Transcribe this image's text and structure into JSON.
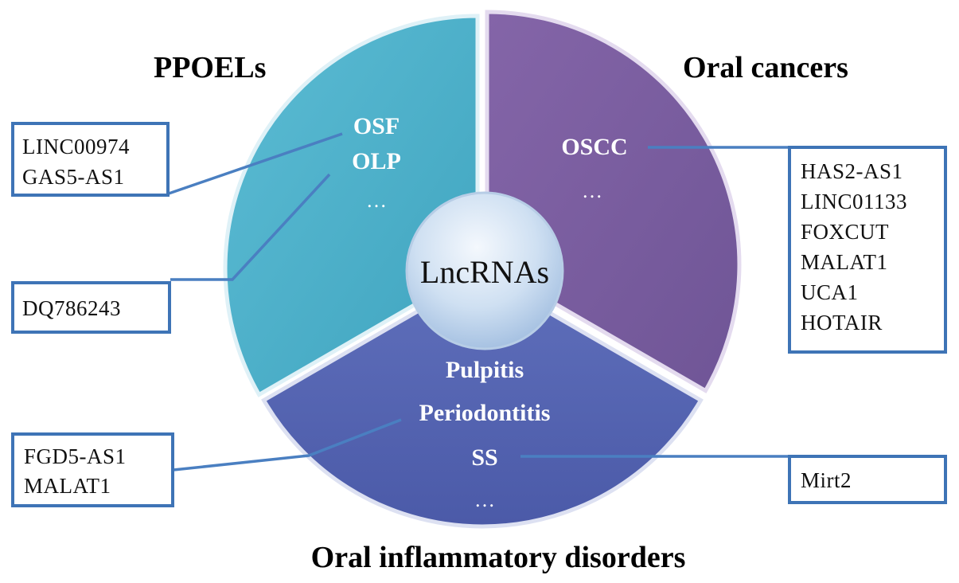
{
  "headings": {
    "top_left": "PPOELs",
    "top_right": "Oral cancers",
    "bottom": "Oral inflammatory disorders"
  },
  "center": "LncRNAs",
  "segments": {
    "ppoels": {
      "items": [
        "OSF",
        "OLP"
      ],
      "more": "…",
      "color": "#4aaec8"
    },
    "oral_cancers": {
      "items": [
        "OSCC"
      ],
      "more": "…",
      "color": "#7a5fa0"
    },
    "inflammatory": {
      "items": [
        "Pulpitis",
        "Periodontitis",
        "SS"
      ],
      "more": "…",
      "color": "#5867b3"
    }
  },
  "boxes": {
    "osf": [
      "LINC00974",
      "GAS5-AS1"
    ],
    "olp": [
      "DQ786243"
    ],
    "oscc": [
      "HAS2-AS1",
      "LINC01133",
      "FOXCUT",
      "MALAT1",
      "UCA1",
      "HOTAIR"
    ],
    "periodontitis": [
      "FGD5-AS1",
      "MALAT1"
    ],
    "ss": [
      "Mirt2"
    ]
  },
  "colors": {
    "box_border": "#3e74b6",
    "connector": "#4a7fc1",
    "center_fill": "#c9dcf0"
  }
}
